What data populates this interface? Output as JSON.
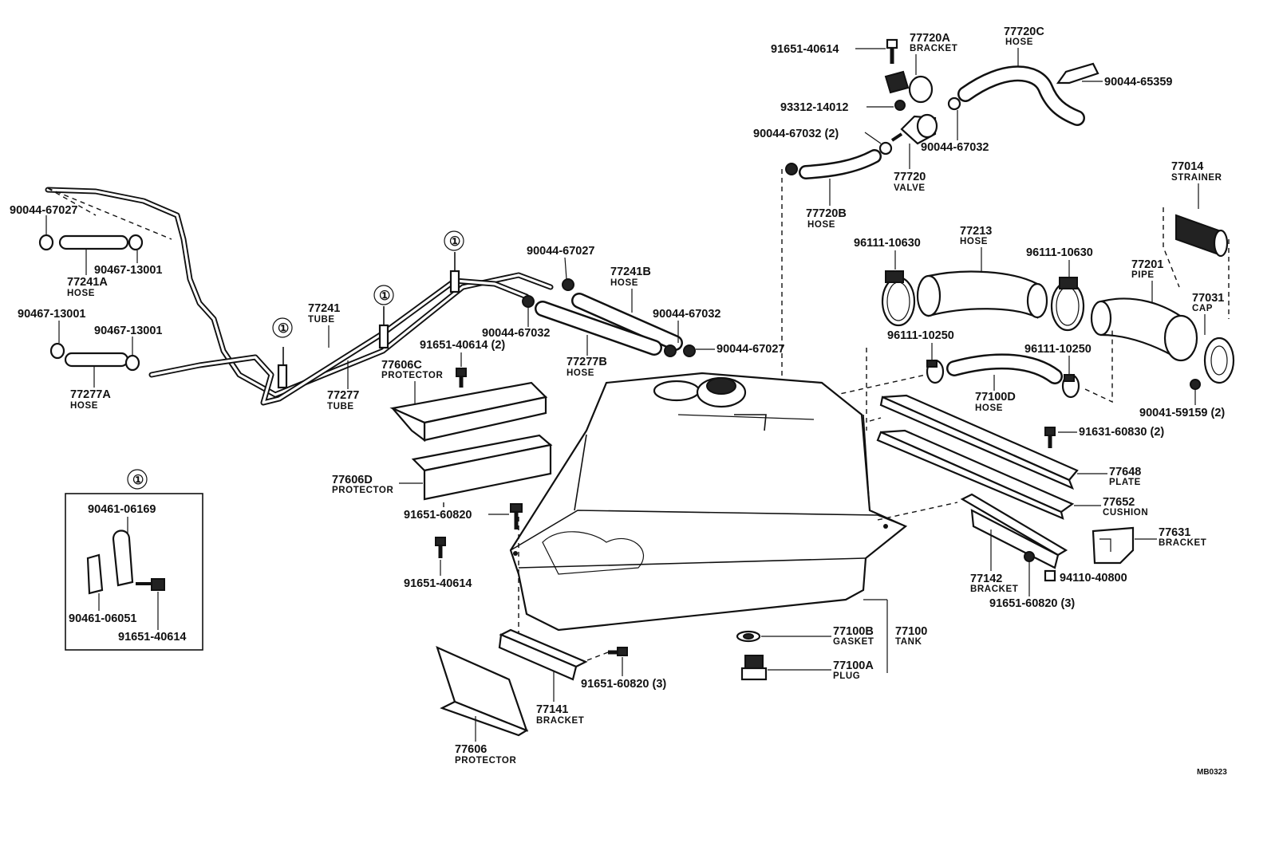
{
  "circle_marker": "①",
  "inset": {
    "marker": "①",
    "parts": {
      "p90461_06169": "90461-06169",
      "p90461_06051": "90461-06051",
      "p91651_40614": "91651-40614"
    }
  },
  "parts": {
    "p91651_40614_top": "91651-40614",
    "p77720A": "77720A",
    "p77720A_name": "BRACKET",
    "p77720C": "77720C",
    "p77720C_name": "HOSE",
    "p90044_65359": "90044-65359",
    "p93312_14012": "93312-14012",
    "p90044_67032_2": "90044-67032 (2)",
    "p90044_67032_r": "90044-67032",
    "p77720": "77720",
    "p77720_name": "VALVE",
    "p77720B": "77720B",
    "p77720B_name": "HOSE",
    "p77014": "77014",
    "p77014_name": "STRAINER",
    "p90044_67027_left": "90044-67027",
    "p90467_13001_a": "90467-13001",
    "p77241A": "77241A",
    "p77241A_name": "HOSE",
    "p90467_13001_b": "90467-13001",
    "p90467_13001_c": "90467-13001",
    "p77277A": "77277A",
    "p77277A_name": "HOSE",
    "p77241": "77241",
    "p77241_name": "TUBE",
    "p77277": "77277",
    "p77277_name": "TUBE",
    "p90044_67027_mid": "90044-67027",
    "p77241B": "77241B",
    "p77241B_name": "HOSE",
    "p90044_67032_mid": "90044-67032",
    "p90044_67032_mid2": "90044-67032",
    "p90044_67027_mid2": "90044-67027",
    "p77277B": "77277B",
    "p77277B_name": "HOSE",
    "p91651_40614_2": "91651-40614 (2)",
    "p77606C": "77606C",
    "p77606C_name": "PROTECTOR",
    "p96111_10630_a": "96111-10630",
    "p77213": "77213",
    "p77213_name": "HOSE",
    "p96111_10630_b": "96111-10630",
    "p77201": "77201",
    "p77201_name": "PIPE",
    "p77031": "77031",
    "p77031_name": "CAP",
    "p96111_10250_a": "96111-10250",
    "p96111_10250_b": "96111-10250",
    "p77100D": "77100D",
    "p77100D_name": "HOSE",
    "p90041_59159": "90041-59159 (2)",
    "p91631_60830": "91631-60830 (2)",
    "p77648": "77648",
    "p77648_name": "PLATE",
    "p77652": "77652",
    "p77652_name": "CUSHION",
    "p77631": "77631",
    "p77631_name": "BRACKET",
    "p77606D": "77606D",
    "p77606D_name": "PROTECTOR",
    "p91651_60820": "91651-60820",
    "p91651_40614_low": "91651-40614",
    "p77142": "77142",
    "p77142_name": "BRACKET",
    "p94110_40800": "94110-40800",
    "p91651_60820_3r": "91651-60820 (3)",
    "p77100B": "77100B",
    "p77100B_name": "GASKET",
    "p77100": "77100",
    "p77100_name": "TANK",
    "p77100A": "77100A",
    "p77100A_name": "PLUG",
    "p91651_60820_3b": "91651-60820 (3)",
    "p77141": "77141",
    "p77141_name": "BRACKET",
    "p77606": "77606",
    "p77606_name": "PROTECTOR"
  },
  "diagram_code": "MB0323"
}
